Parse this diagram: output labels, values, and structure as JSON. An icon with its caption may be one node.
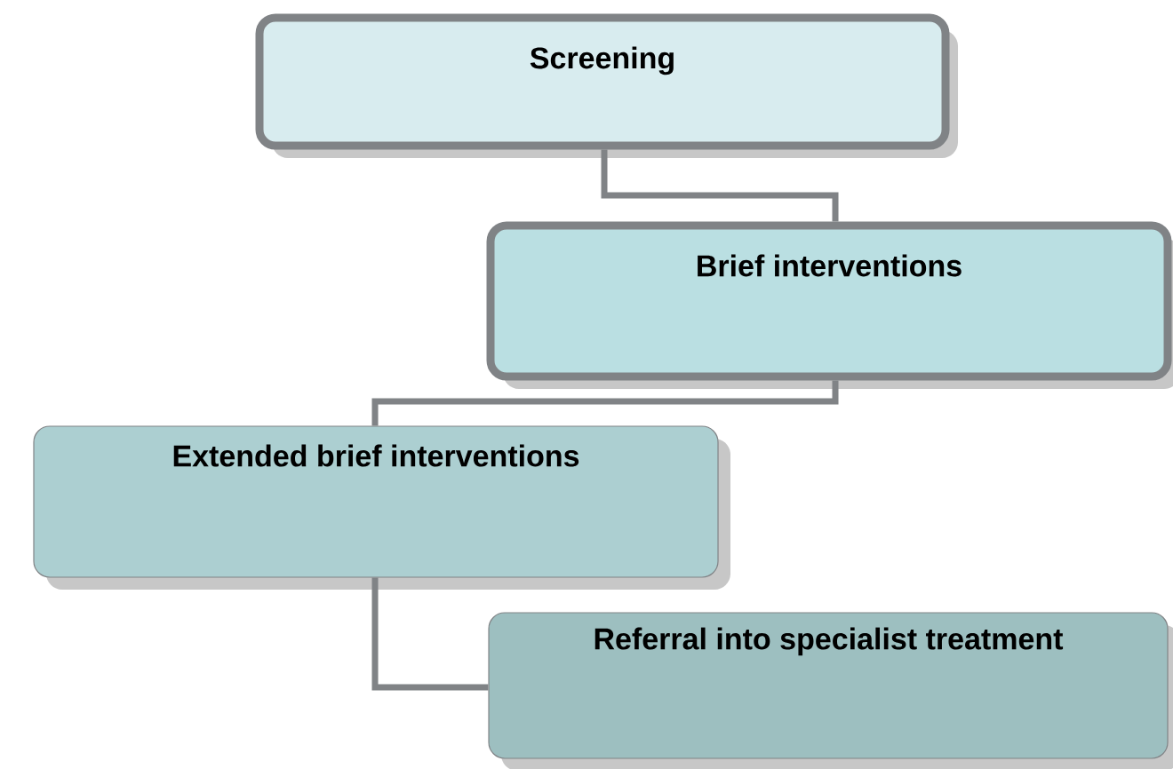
{
  "diagram": {
    "nodes": [
      {
        "text": [
          "Screening"
        ]
      },
      {
        "text": [
          "Brief interventions"
        ]
      },
      {
        "text": [
          "Extended brief interventions"
        ]
      },
      {
        "text": [
          "Referral into specialist treatment"
        ]
      }
    ],
    "edges": [
      {
        "from": 0,
        "to": 1,
        "arrow": "none"
      },
      {
        "from": 1,
        "to": 2,
        "arrow": "none"
      },
      {
        "from": 2,
        "to": 3,
        "arrow": "none"
      }
    ]
  }
}
